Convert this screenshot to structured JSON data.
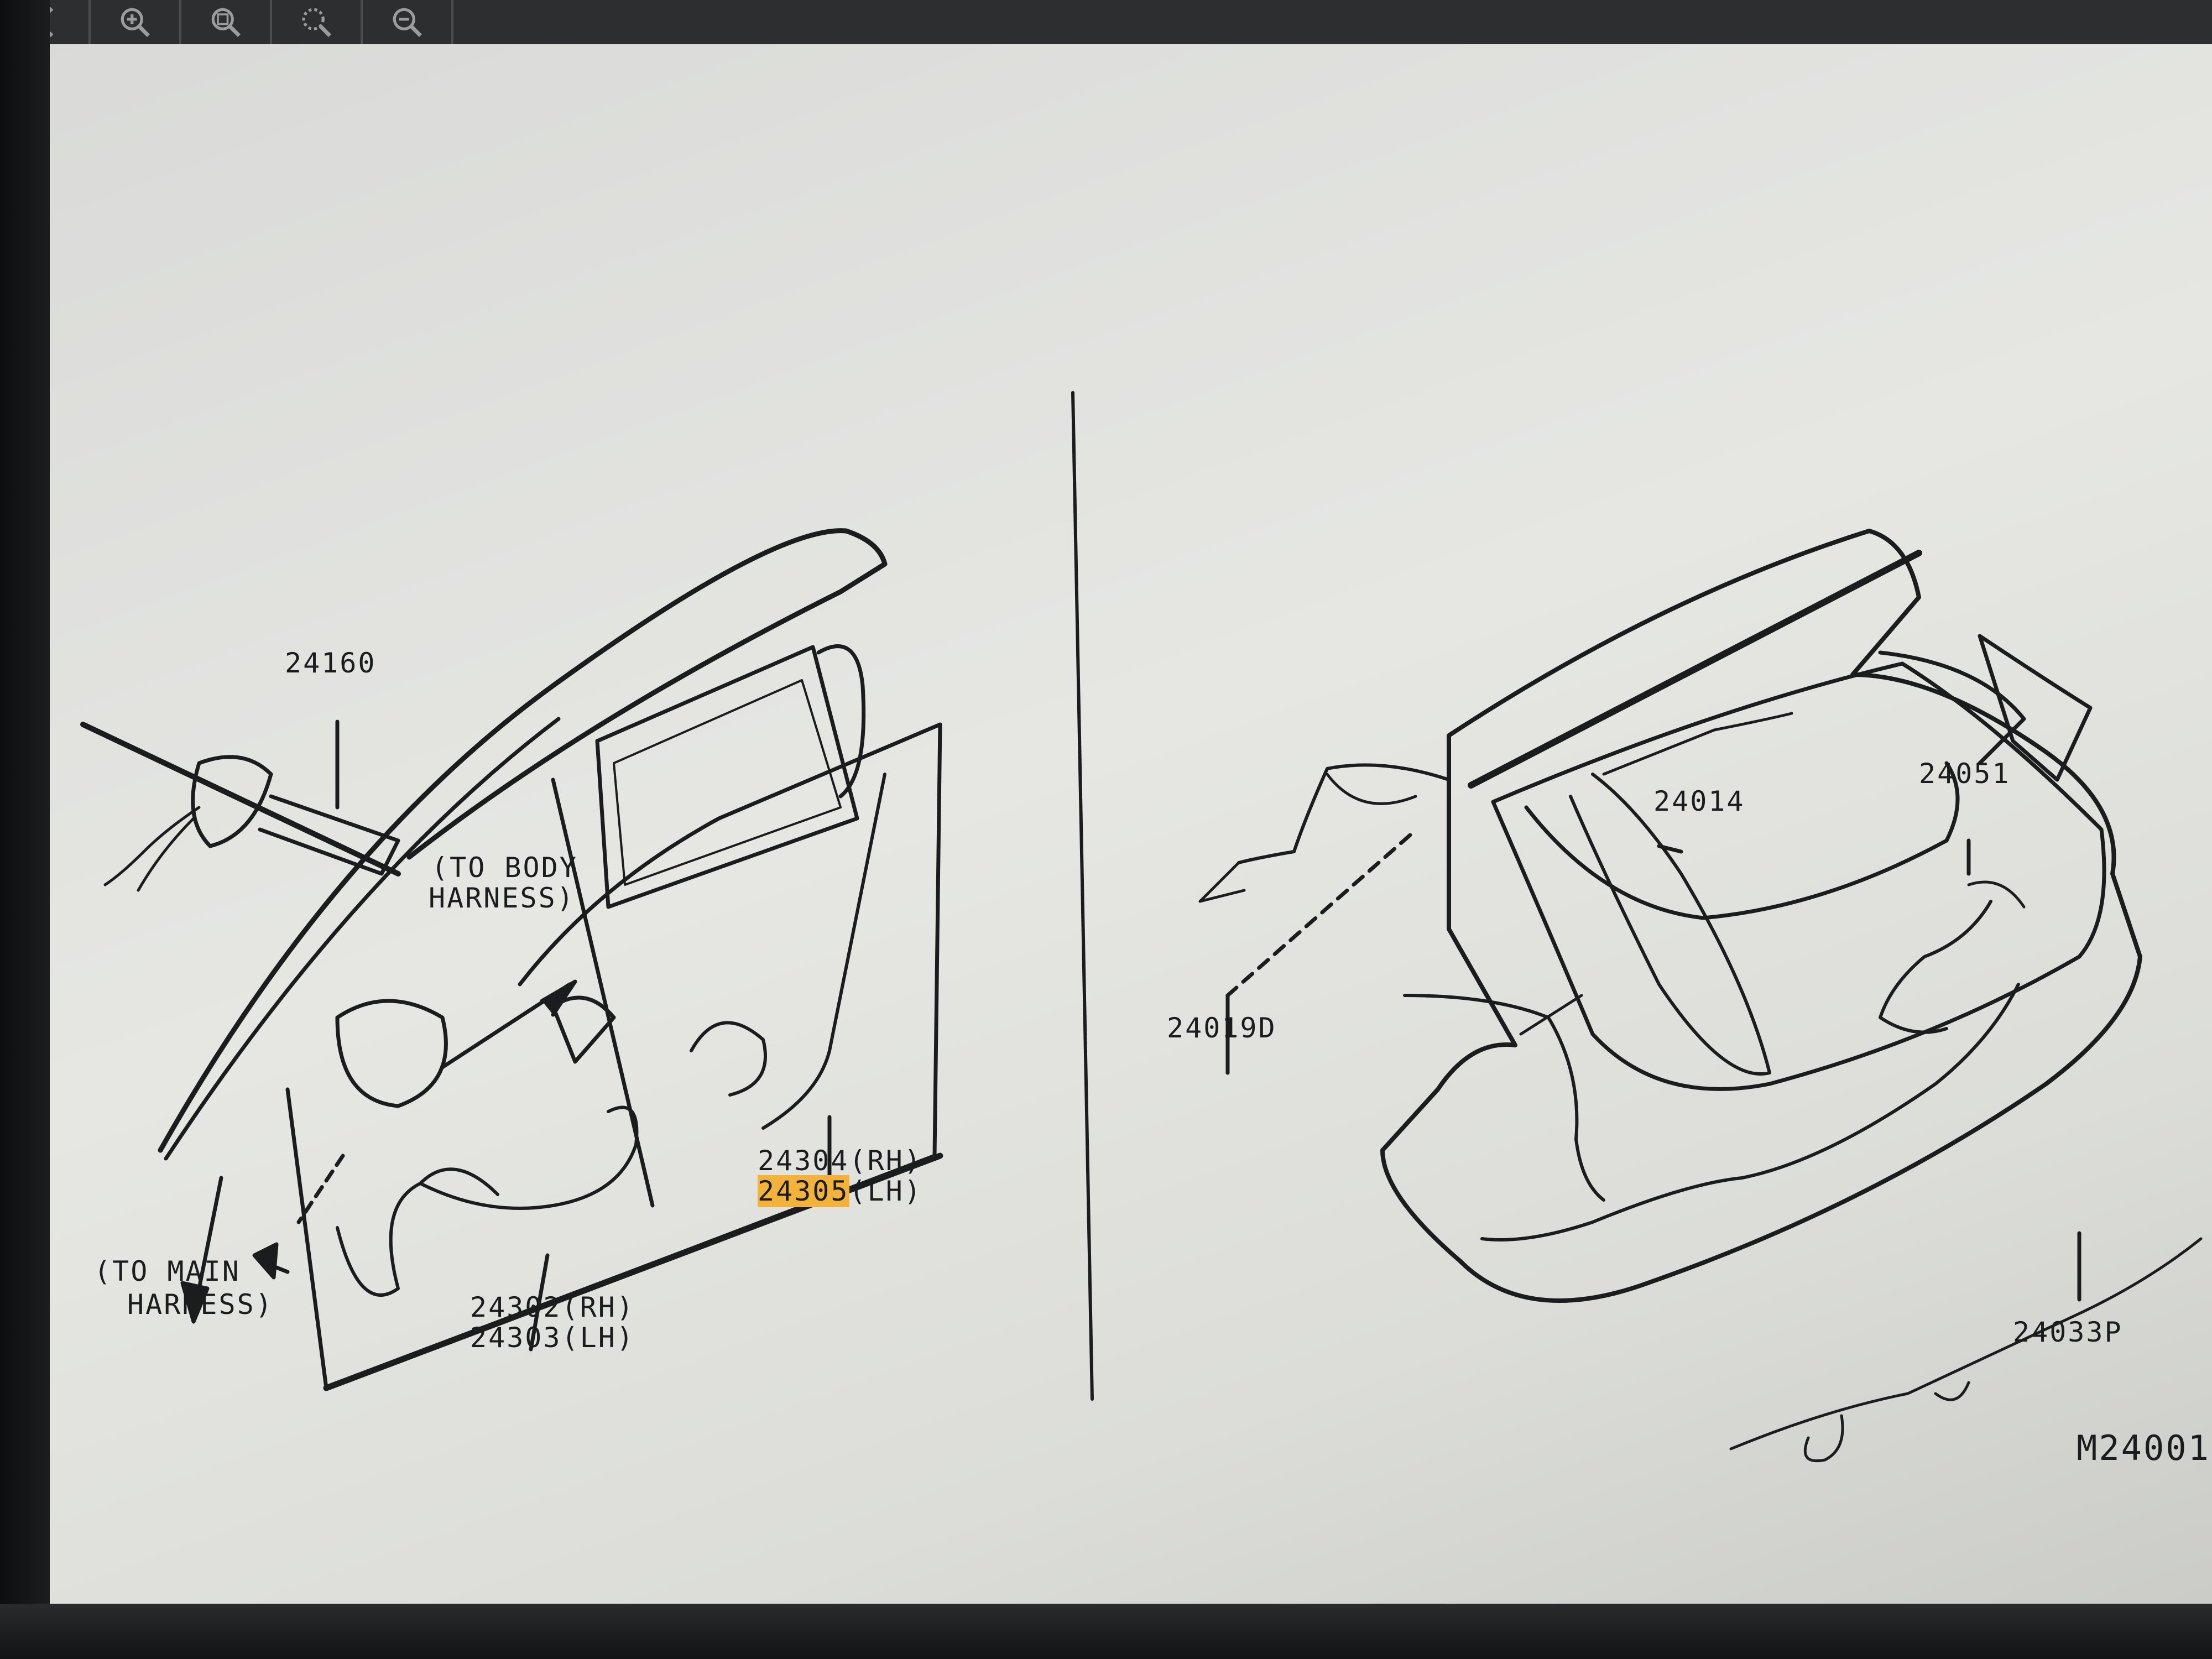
{
  "toolbar": {
    "buttons": [
      {
        "name": "back-icon"
      },
      {
        "name": "zoom-in-icon"
      },
      {
        "name": "zoom-fit-icon"
      },
      {
        "name": "zoom-region-icon"
      },
      {
        "name": "zoom-out-icon"
      }
    ]
  },
  "labels": {
    "part_24160": "24160",
    "to_body_1": "(TO BODY",
    "to_body_2": "HARNESS)",
    "to_main_1": "(TO MAIN",
    "to_main_2": "HARNESS)",
    "part_24304": "24304(RH)",
    "part_24305_code": "24305",
    "part_24305_side": "(LH)",
    "part_24302": "24302(RH)",
    "part_24303": "24303(LH)",
    "part_24014": "24014",
    "part_24051": "24051",
    "part_24019D": "24019D",
    "part_24033P": "24033P",
    "doc_code": "M24001"
  },
  "colors": {
    "highlight": "#f3b33a",
    "paper": "#e2e3df",
    "ink": "#1b1c1e"
  }
}
